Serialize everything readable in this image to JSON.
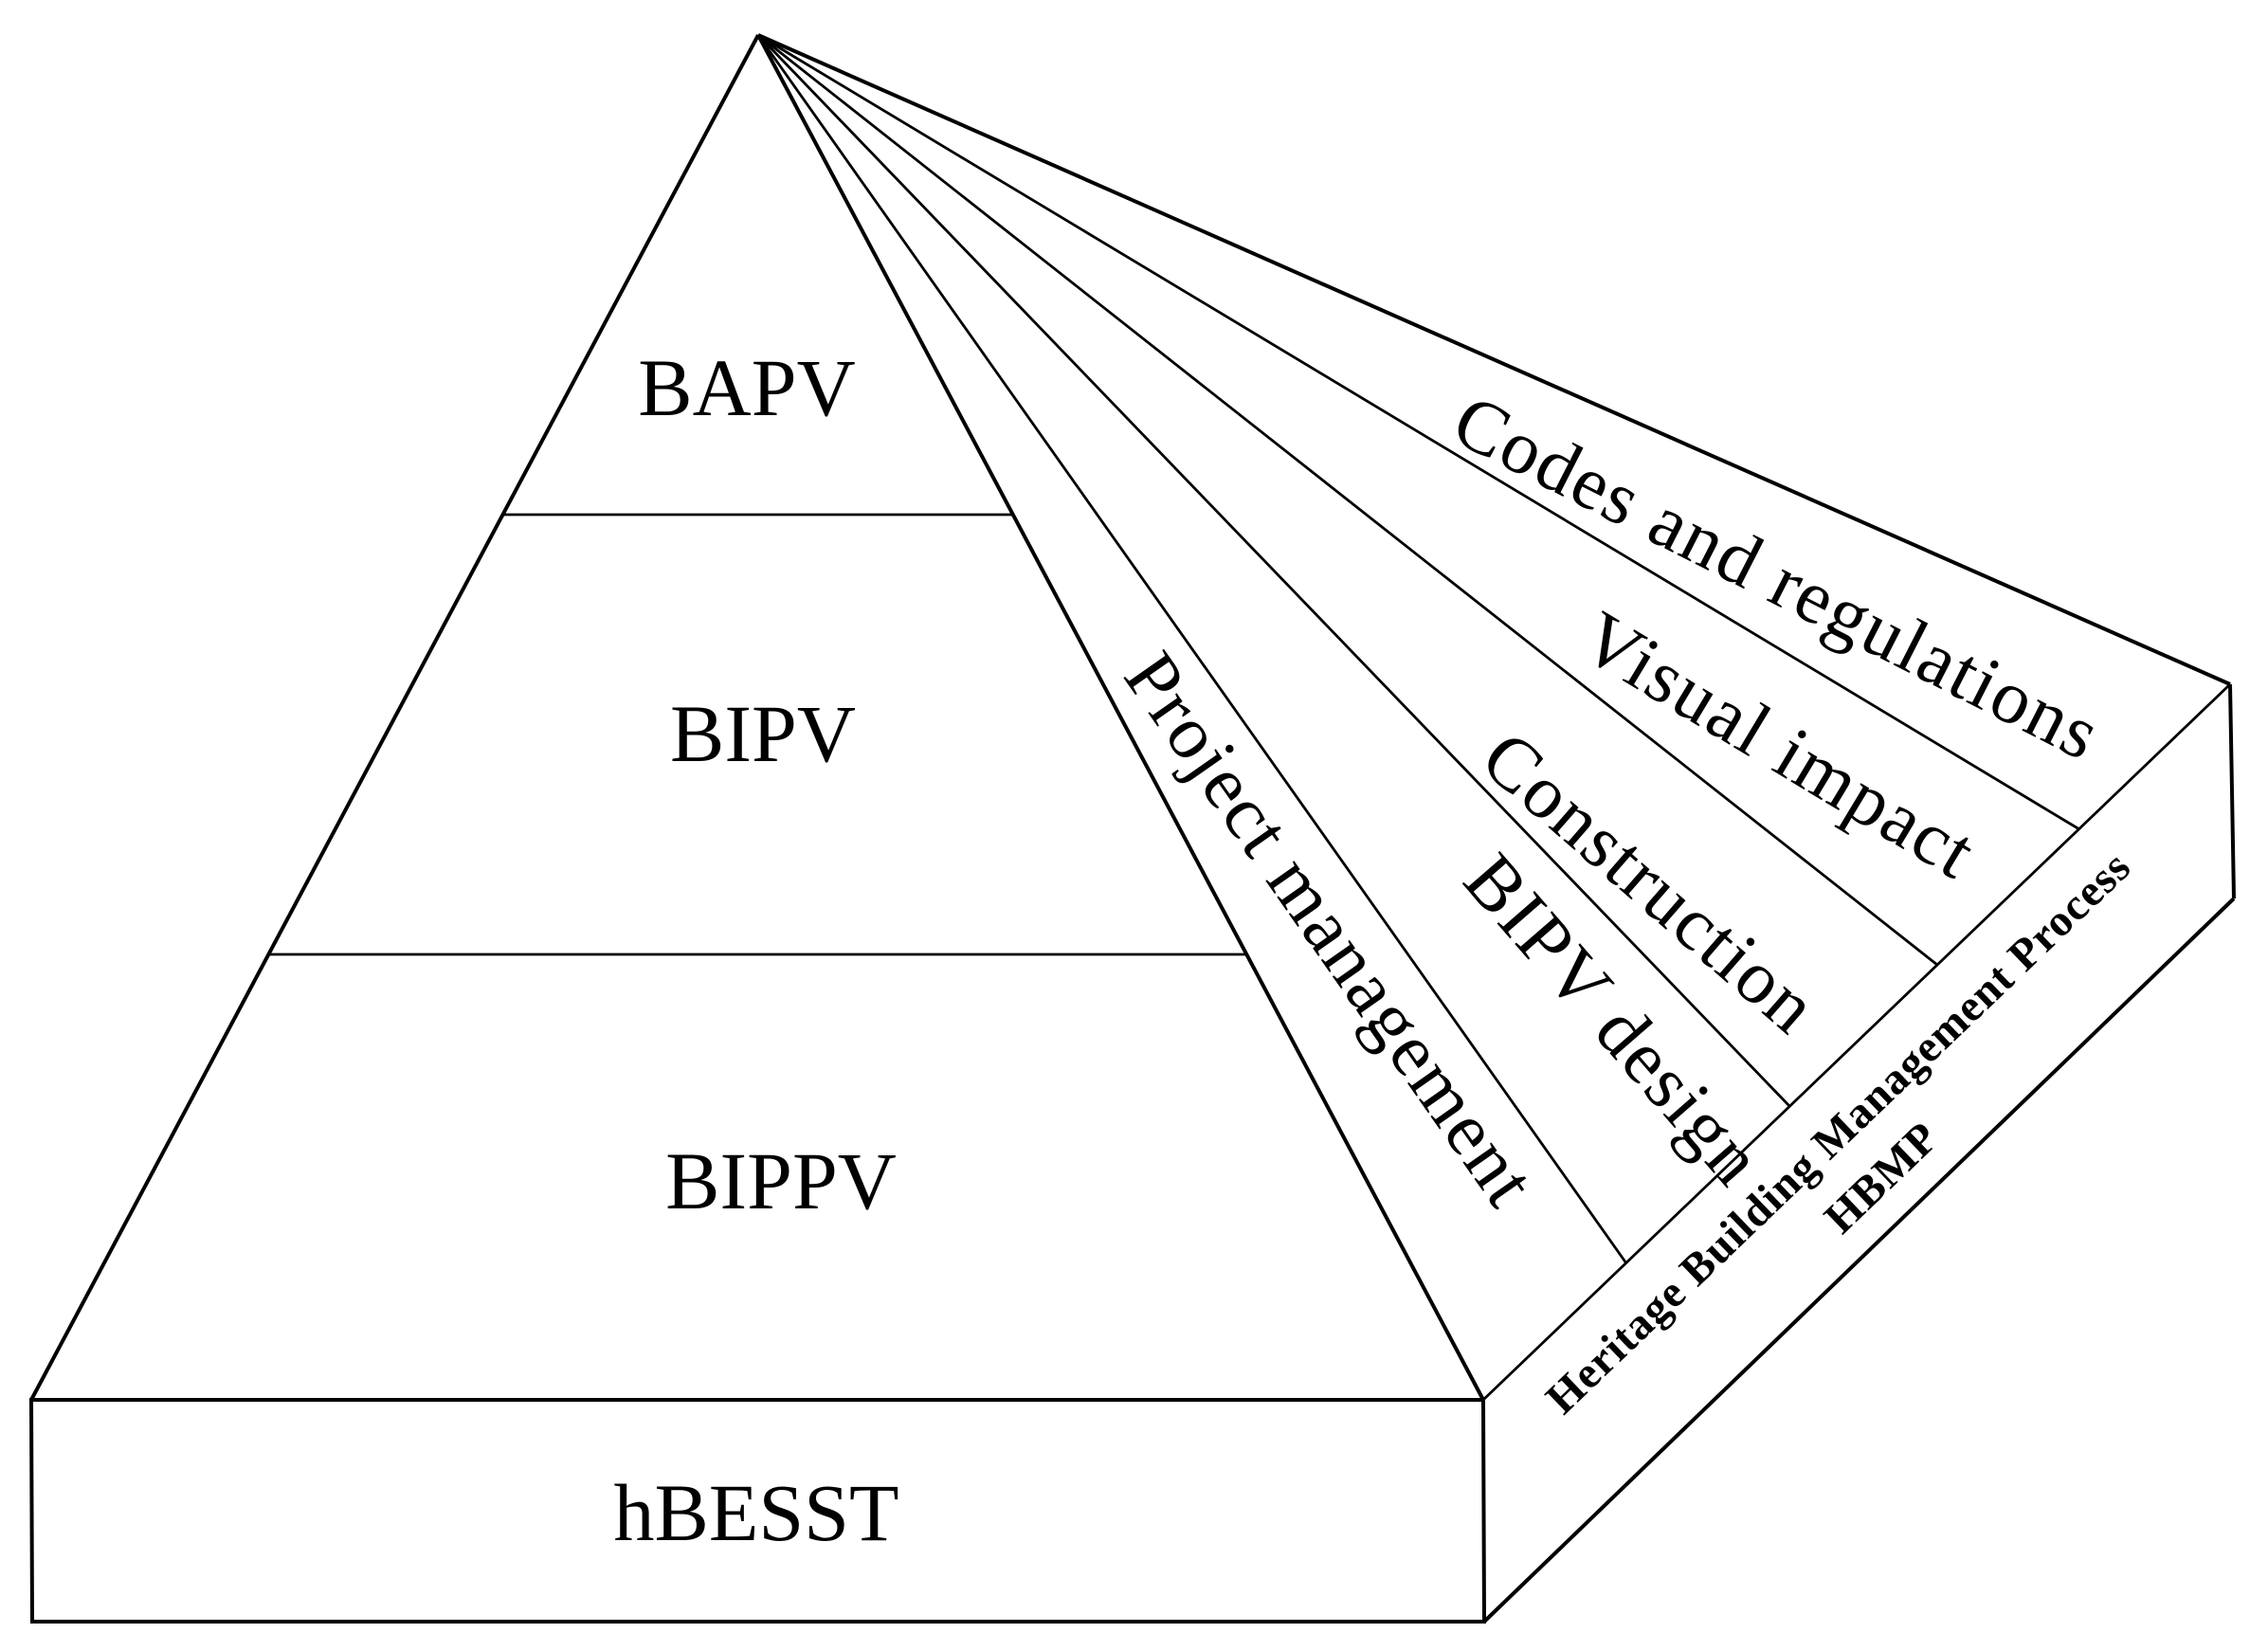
{
  "figure": {
    "background_color": "#ffffff",
    "line_color": "#000000",
    "text_color": "#000000",
    "front_layers": [
      {
        "label": "BAPV"
      },
      {
        "label": "BIPV"
      },
      {
        "label": "BIPPV"
      }
    ],
    "base_layer": {
      "label": "hBESST"
    },
    "fan_segments": [
      {
        "label": "Project management"
      },
      {
        "label": "BIPV design"
      },
      {
        "label": "Construction"
      },
      {
        "label": "Visual impact"
      },
      {
        "label": "Codes and regulations"
      }
    ],
    "side_band": {
      "title": "Heritage Building Management Process",
      "acronym": "HBMP"
    }
  }
}
